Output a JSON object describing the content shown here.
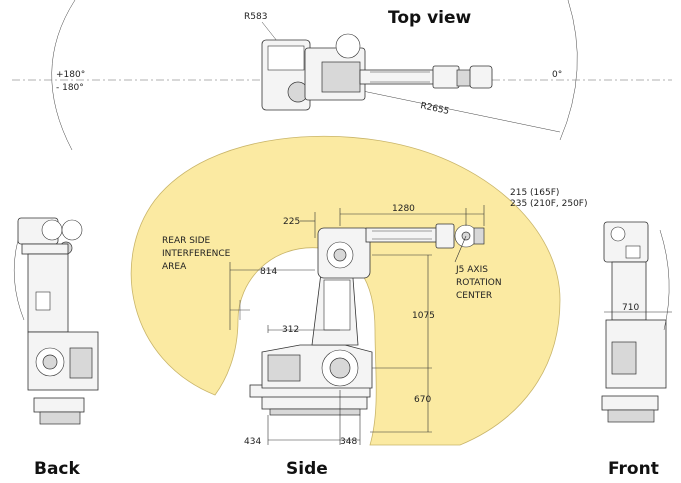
{
  "views": {
    "top_title": "Top view",
    "back_title": "Back",
    "side_title": "Side",
    "front_title": "Front"
  },
  "top_view": {
    "angle_pos": "+180°",
    "angle_neg": "- 180°",
    "angle_zero": "0°",
    "r_inner": "R583",
    "r_outer": "R2655"
  },
  "side_view": {
    "dim_225": "225",
    "dim_1280": "1280",
    "dim_215": "215 (165F)",
    "dim_235": "235 (210F, 250F)",
    "rear_line1": "REAR SIDE",
    "rear_line2": "INTERFERENCE",
    "rear_line3": "AREA",
    "dim_814": "814",
    "j5_line1": "J5 AXIS",
    "j5_line2": "ROTATION",
    "j5_line3": "CENTER",
    "dim_1075": "1075",
    "dim_312": "312",
    "dim_670": "670",
    "dim_434": "434",
    "dim_348": "348"
  },
  "front_view": {
    "dim_710": "710"
  },
  "colors": {
    "work_envelope": "#fbeaa2",
    "work_envelope_edge": "#c9b56a"
  }
}
